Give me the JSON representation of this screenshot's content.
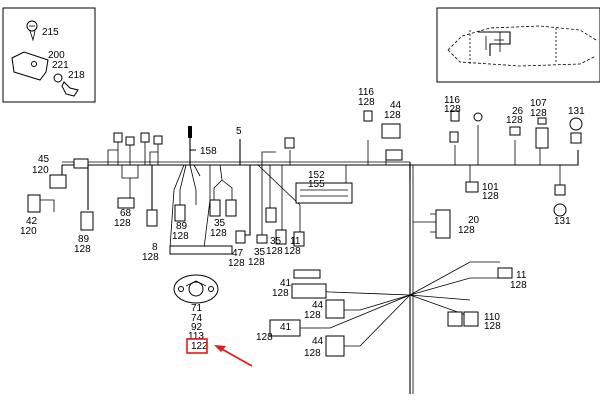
{
  "inset_left": {
    "labels": [
      "215",
      "200",
      "221",
      "218"
    ]
  },
  "part_labels": {
    "p45": "45",
    "p120a": "120",
    "p42": "42",
    "p120b": "120",
    "p89": "89",
    "p128a": "128",
    "p68": "68",
    "p128b": "128",
    "p8": "8",
    "p128c": "128",
    "p89b": "89",
    "p128d": "128",
    "p158": "158",
    "p5": "5",
    "p35a": "35",
    "p128e": "128",
    "p47": "47",
    "p128f": "128",
    "p35b": "35",
    "p128g": "128",
    "p35c": "35",
    "p128h": "128",
    "p11a": "11",
    "p128i": "128",
    "p152": "152",
    "p155": "155",
    "p116a": "116",
    "p128j": "128",
    "p44a": "44",
    "p128k": "128",
    "p116b": "116",
    "p128l": "128",
    "p26": "26",
    "p128m": "128",
    "p107": "107",
    "p128n": "128",
    "p131a": "131",
    "p131b": "131",
    "p101": "101",
    "p128o": "128",
    "p20": "20",
    "p128p": "128",
    "p11b": "11",
    "p128q": "128",
    "p41a": "41",
    "p128r": "128",
    "p44b": "44",
    "p128s": "128",
    "p110": "110",
    "p128t": "128",
    "p41b": "41",
    "p128u": "128",
    "p44c": "44",
    "p128v": "128",
    "p71": "71",
    "p74": "74",
    "p92": "92",
    "p113": "113",
    "p122": "122"
  },
  "highlight": {
    "label": "122",
    "color": "#e31b1b"
  }
}
